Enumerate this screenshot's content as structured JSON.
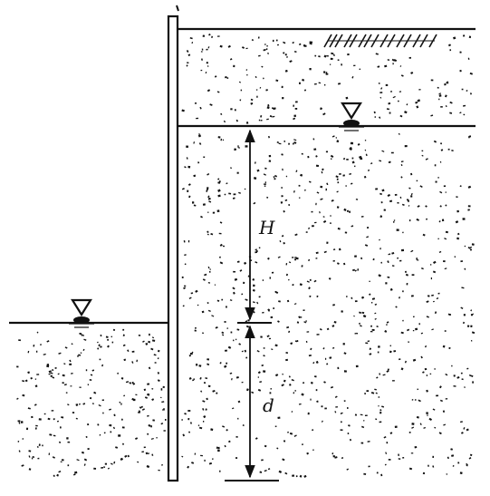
{
  "labels": {
    "H": "H",
    "d": "d"
  },
  "colors": {
    "ink": "#111111",
    "background": "#ffffff"
  },
  "icons": {
    "water_table_high": "water-table-triangle",
    "water_table_low": "water-table-triangle",
    "ground_hatch": "soil-hatch"
  }
}
